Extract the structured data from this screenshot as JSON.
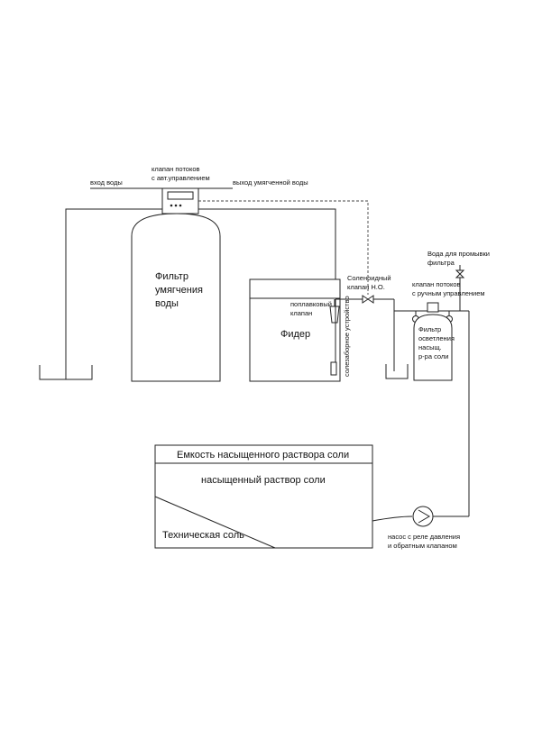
{
  "labels": {
    "water_in": "вход воды",
    "valve_auto_1": "клапан потоков",
    "valve_auto_2": "с авт.управлением",
    "water_out": "выход умягченной воды",
    "softener_1": "Фильтр",
    "softener_2": "умягчения",
    "softener_3": "воды",
    "feeder": "Фидер",
    "float_valve_1": "поплавковый",
    "float_valve_2": "клапан",
    "brine_device": "солезаборное устройство",
    "solenoid_1": "Соленоидный",
    "solenoid_2": "клапан Н.О.",
    "flush_1": "Вода для промывки",
    "flush_2": "фильтра",
    "manual_valve_1": "клапан потоков",
    "manual_valve_2": "с ручным управлением",
    "clarifier_1": "Фильтр",
    "clarifier_2": "осветления",
    "clarifier_3": "насыщ.",
    "clarifier_4": "р-ра соли",
    "tank_title": "Емкость насыщенного раствора соли",
    "brine_solution": "насыщенный раствор соли",
    "tech_salt": "Техническая соль",
    "pump_1": "насос с реле давления",
    "pump_2": "и обратным клапаном"
  }
}
